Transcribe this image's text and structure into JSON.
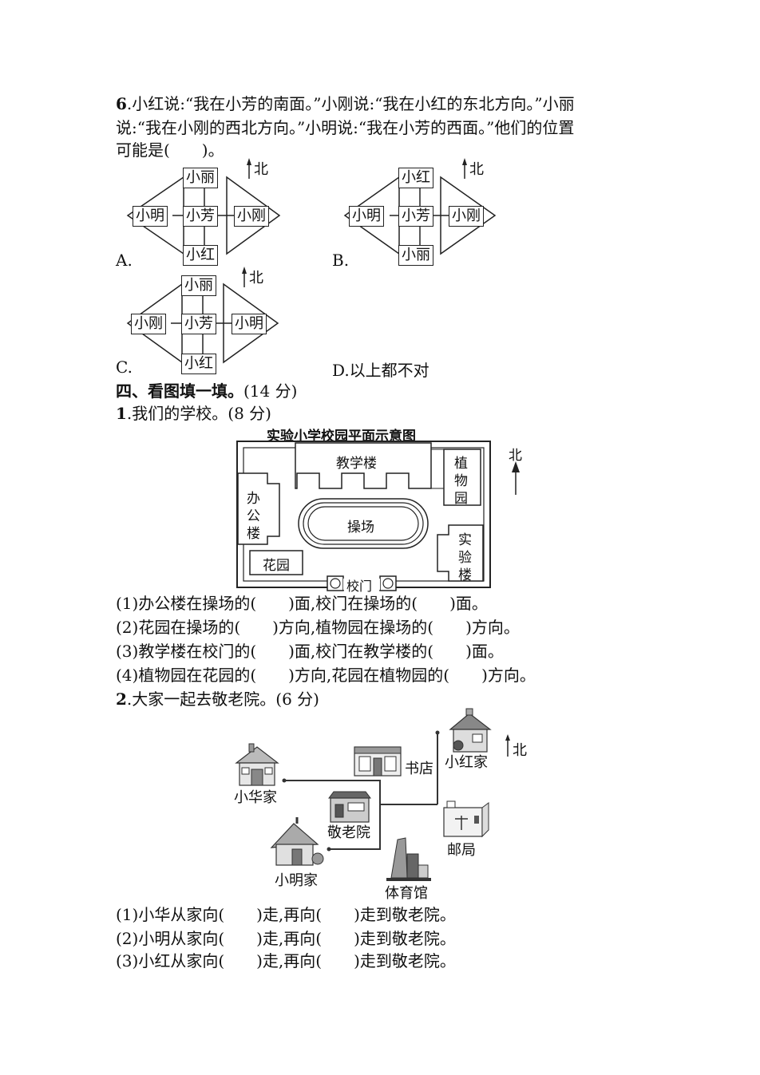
{
  "q6": {
    "num": "6",
    "line1": ".小红说:“我在小芳的南面。”小刚说:“我在小红的东北方向。”小丽",
    "line2": "说:“我在小刚的西北方向。”小明说:“我在小芳的西面。”他们的位置",
    "line3": "可能是(　　)。",
    "options": {
      "A": {
        "label": "A.",
        "top": "小丽",
        "left": "小明",
        "center": "小芳",
        "right": "小刚",
        "bottom": "小红"
      },
      "B": {
        "label": "B.",
        "top": "小红",
        "left": "小明",
        "center": "小芳",
        "right": "小刚",
        "bottom": "小丽"
      },
      "C": {
        "label": "C.",
        "top": "小丽",
        "left": "小刚",
        "center": "小芳",
        "right": "小明",
        "bottom": "小红"
      },
      "D": {
        "label": "D.以上都不对"
      }
    },
    "north": "北"
  },
  "section4": {
    "title": "四、看图填一填。",
    "score": "(14 分)"
  },
  "q1": {
    "num": "1",
    "title": ".我们的学校。(8 分)",
    "map_title": "实验小学校园平面示意图",
    "buildings": {
      "teaching": "教学楼",
      "plant": [
        "植",
        "物",
        "园"
      ],
      "office": [
        "办",
        "公",
        "楼"
      ],
      "playground": "操场",
      "lab": [
        "实",
        "验",
        "楼"
      ],
      "garden": "花园",
      "gate": "校门"
    },
    "north": "北",
    "items": [
      "(1)办公楼在操场的(　　)面,校门在操场的(　　)面。",
      "(2)花园在操场的(　　)方向,植物园在操场的(　　)方向。",
      "(3)教学楼在校门的(　　)面,校门在教学楼的(　　)面。",
      "(4)植物园在花园的(　　)方向,花园在植物园的(　　)方向。"
    ]
  },
  "q2": {
    "num": "2",
    "title": ".大家一起去敬老院。(6 分)",
    "places": {
      "xiaohua": "小华家",
      "bookstore": "书店",
      "xiaohong": "小红家",
      "nursing": "敬老院",
      "post": "邮局",
      "xiaoming": "小明家",
      "gym": "体育馆"
    },
    "north": "北",
    "items": [
      "(1)小华从家向(　　)走,再向(　　)走到敬老院。",
      "(2)小明从家向(　　)走,再向(　　)走到敬老院。",
      "(3)小红从家向(　　)走,再向(　　)走到敬老院。"
    ]
  }
}
